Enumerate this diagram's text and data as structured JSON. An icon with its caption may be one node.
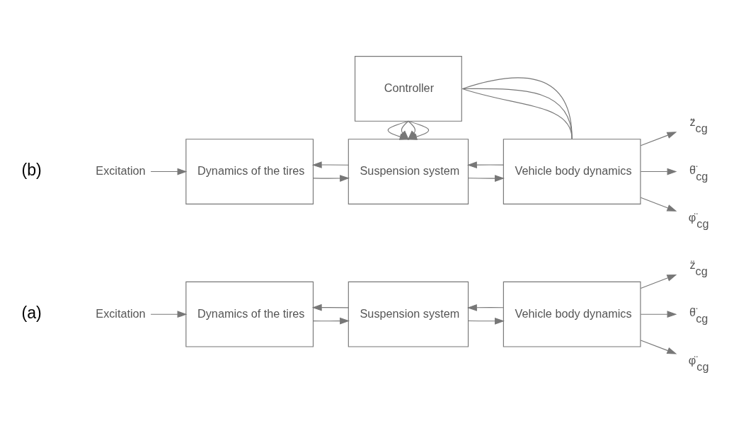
{
  "diagram": {
    "nodes": [
      {
        "text": [
          "Excitation"
        ]
      },
      {
        "text": [
          "Dynamics of the tires"
        ]
      },
      {
        "text": [
          "Suspension system"
        ]
      },
      {
        "text": [
          "Vehicle body dynamics"
        ]
      },
      {
        "text": [
          "z̈$_{cg}$"
        ]
      },
      {
        "text": [
          "θ̈$_{cg}$"
        ]
      },
      {
        "text": [
          "φ̈$_{cg}$"
        ]
      },
      {
        "text": [
          "Controller"
        ]
      },
      {
        "text": [
          "Excitation"
        ]
      },
      {
        "text": [
          "Dynamics of the tires"
        ]
      },
      {
        "text": [
          "Suspension system"
        ]
      },
      {
        "text": [
          "Vehicle body dynamics"
        ]
      },
      {
        "text": [
          "z̈$_{cg}$"
        ]
      },
      {
        "text": [
          "θ̈$_{cg}$"
        ]
      },
      {
        "text": [
          "φ̈$_{cg}$"
        ]
      }
    ],
    "edges": [
      {
        "from": 0,
        "to": 1,
        "arrow": "to"
      },
      {
        "from": 2,
        "to": 1,
        "arrow": "to"
      },
      {
        "from": 1,
        "to": 2,
        "arrow": "to"
      },
      {
        "from": 3,
        "to": 2,
        "arrow": "to"
      },
      {
        "from": 2,
        "to": 3,
        "arrow": "to"
      },
      {
        "from": 3,
        "to": 4,
        "arrow": "to"
      },
      {
        "from": 3,
        "to": 5,
        "arrow": "to"
      },
      {
        "from": 3,
        "to": 6,
        "arrow": "to"
      },
      {
        "from": 7,
        "to": 10,
        "arrow": "to"
      },
      {
        "from": 7,
        "to": 10,
        "arrow": "to"
      },
      {
        "from": 7,
        "to": 10,
        "arrow": "to"
      },
      {
        "from": 7,
        "to": 10,
        "arrow": "to"
      },
      {
        "from": 11,
        "to": 7,
        "arrow": "none"
      },
      {
        "from": 11,
        "to": 7,
        "arrow": "none"
      },
      {
        "from": 11,
        "to": 7,
        "arrow": "none"
      },
      {
        "from": 8,
        "to": 9,
        "arrow": "to"
      },
      {
        "from": 10,
        "to": 9,
        "arrow": "to"
      },
      {
        "from": 9,
        "to": 10,
        "arrow": "to"
      },
      {
        "from": 11,
        "to": 10,
        "arrow": "to"
      },
      {
        "from": 10,
        "to": 11,
        "arrow": "to"
      },
      {
        "from": 11,
        "to": 12,
        "arrow": "to"
      },
      {
        "from": 11,
        "to": 13,
        "arrow": "to"
      },
      {
        "from": 11,
        "to": 14,
        "arrow": "to"
      }
    ],
    "labels": [
      "(a)",
      "(b)"
    ]
  }
}
